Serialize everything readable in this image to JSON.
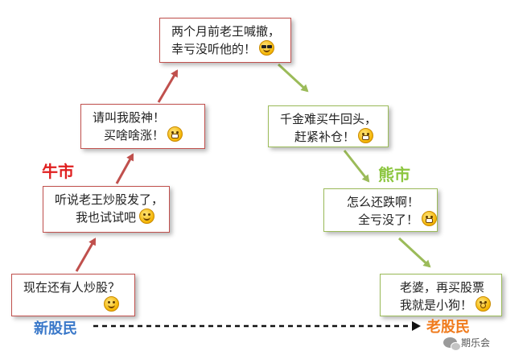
{
  "colors": {
    "red": "#c0504d",
    "green": "#9bbb59",
    "bull": "#e02020",
    "bear": "#8cc63f",
    "newbie": "#3a78c9",
    "veteran": "#f07b1d"
  },
  "markets": {
    "bull": "牛市",
    "bear": "熊市"
  },
  "axis": {
    "start": "新股民",
    "end": "老股民"
  },
  "watermark": "期乐会",
  "boxes": [
    {
      "line1": "现在还有人炒股？",
      "line2": "",
      "emoji": "thinking-face-icon"
    },
    {
      "line1": "听说老王炒股发了，",
      "line2": "我也试试吧",
      "emoji": "smiling-face-icon"
    },
    {
      "line1": "请叫我股神！",
      "line2": "买啥啥涨！",
      "emoji": "grinning-face-icon"
    },
    {
      "line1": "两个月前老王喊撤，",
      "line2": "幸亏没听他的！",
      "emoji": "sunglasses-face-icon"
    },
    {
      "line1": "千金难买牛回头，",
      "line2": "赶紧补仓！",
      "emoji": "grimacing-face-icon"
    },
    {
      "line1": "怎么还跌啊！",
      "line2": "全亏没了！",
      "emoji": "crying-laugh-face-icon"
    },
    {
      "line1": "老婆，再买股票",
      "line2": "我就是小狗！",
      "emoji": "crying-face-icon"
    }
  ]
}
